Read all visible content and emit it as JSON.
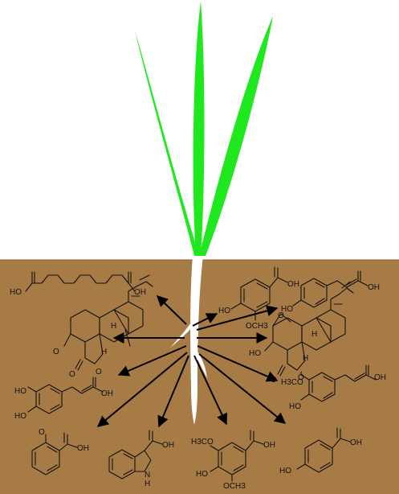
{
  "colors": {
    "soil": "#a77b46",
    "soil_edge": "#8a6235",
    "leaf": "#1fe81f",
    "root": "#ffffff",
    "arrow": "#000000",
    "background": "#ffffff"
  },
  "labels": {
    "dioic_acid_left_oh": "HO",
    "dioic_acid_right_oh": "OH",
    "vanillic_acid_oh": "OH",
    "vanillic_acid_ho": "HO",
    "vanillic_acid_ome": "OCH3",
    "coumaric_acid_oh": "OH",
    "coumaric_acid_ho": "HO",
    "momilactone_a_h": "H",
    "momilactone_a_h2": "H",
    "momilactone_b_ho": "HO",
    "momilactone_b_h": "H",
    "momilactone_b_h2": "H",
    "ferulic_acid_meo": "H3CO",
    "ferulic_acid_ho": "HO",
    "ferulic_acid_oh": "OH",
    "caffeic_acid_ho1": "HO",
    "caffeic_acid_ho2": "HO",
    "caffeic_acid_oh": "OH",
    "salicylic_acid_oh": "OH",
    "indole_acid_oh": "OH",
    "indole_nh": "N",
    "indole_h": "H",
    "syringic_acid_meo": "H3CO",
    "syringic_acid_ho": "HO",
    "syringic_acid_ome": "OCH3",
    "syringic_acid_oh": "OH",
    "hydroxybenzoic_acid_ho": "HO",
    "hydroxybenzoic_acid_oh": "OH"
  }
}
